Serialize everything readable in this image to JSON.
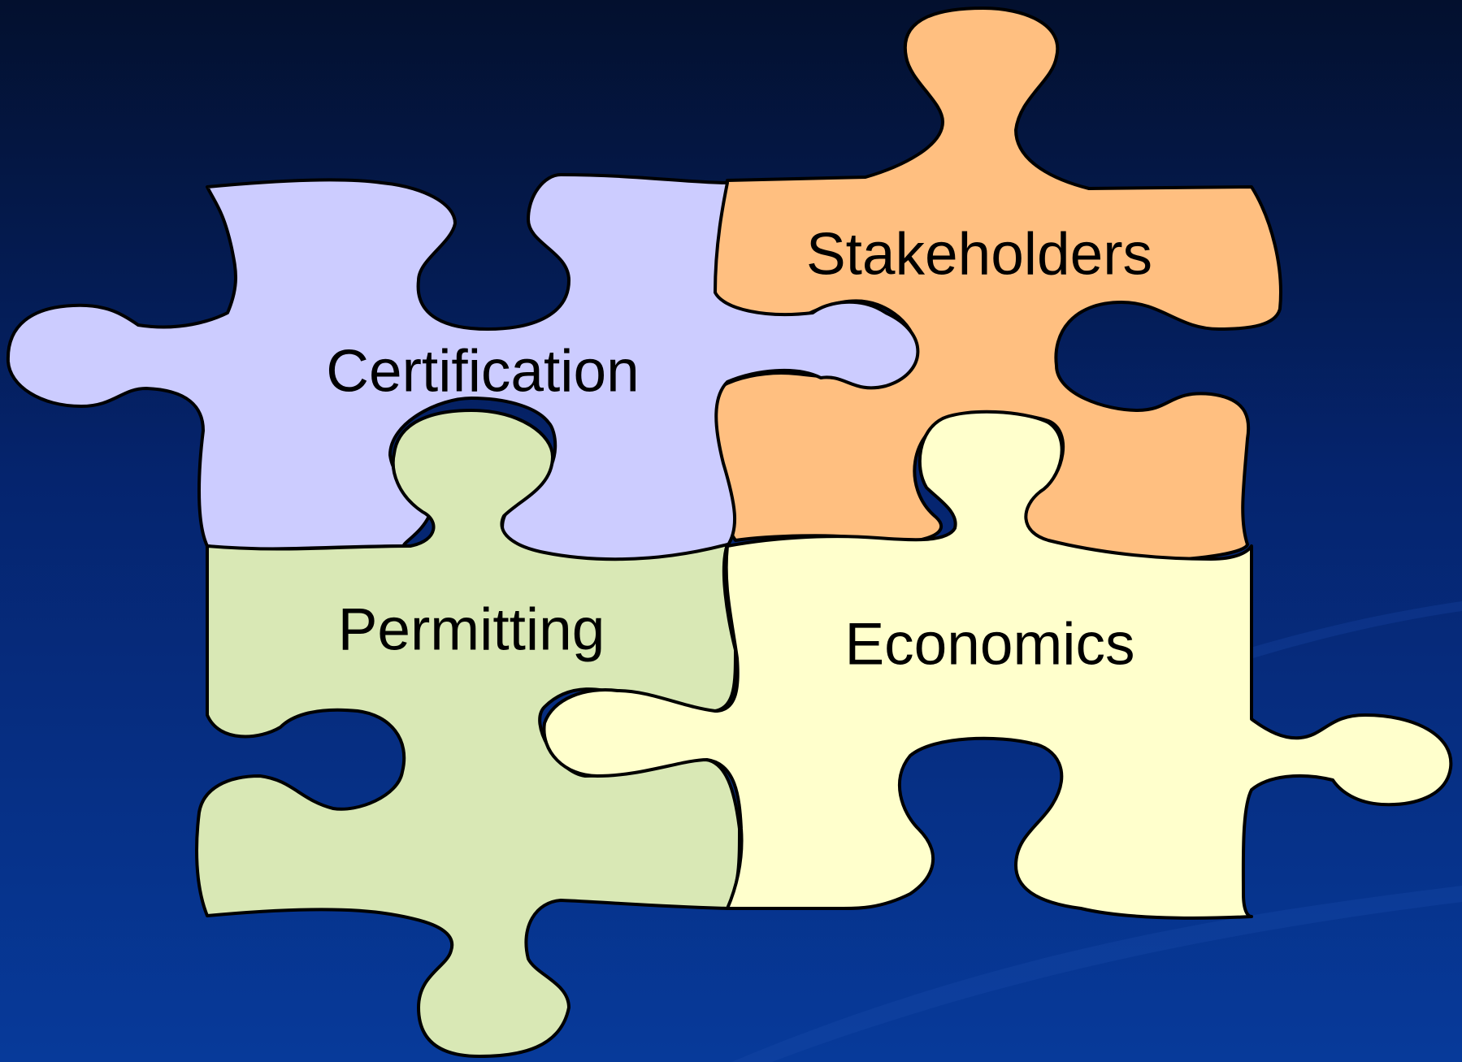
{
  "diagram": {
    "type": "jigsaw-puzzle",
    "background": {
      "top": "#03102e",
      "bottom": "#073a9a"
    },
    "pieces": [
      {
        "id": "certification",
        "label": "Certification",
        "color": "#ccccff"
      },
      {
        "id": "stakeholders",
        "label": "Stakeholders",
        "color": "#ffbf80"
      },
      {
        "id": "permitting",
        "label": "Permitting",
        "color": "#d9e8b5"
      },
      {
        "id": "economics",
        "label": "Economics",
        "color": "#ffffcc"
      }
    ]
  }
}
